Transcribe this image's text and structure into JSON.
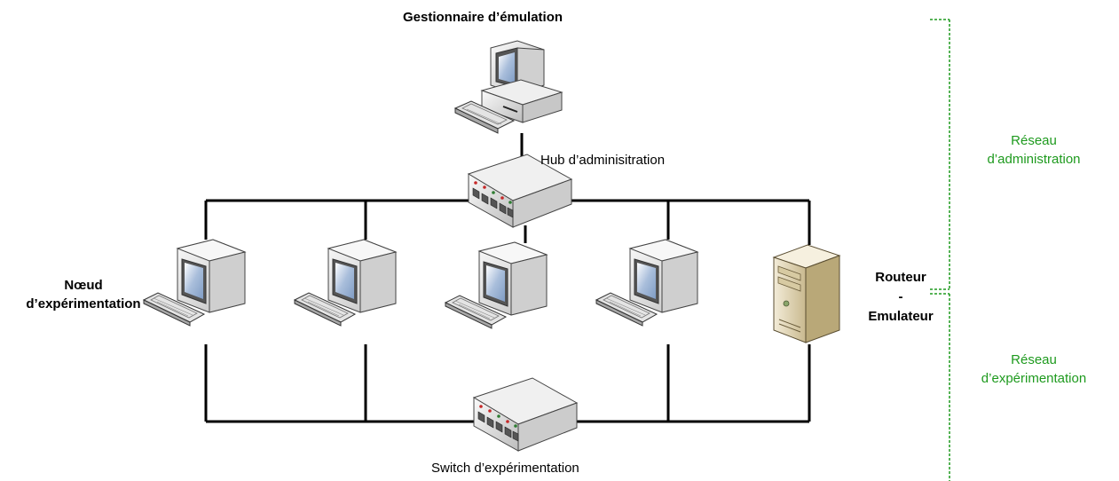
{
  "labels": {
    "manager": "Gestionnaire d’émulation",
    "admin_hub": "Hub d’adminisitration",
    "node_line1": "Nœud",
    "node_line2": "d’expérimentation",
    "router_line1": "Routeur",
    "router_line2": "-",
    "router_line3": "Emulateur",
    "exp_switch": "Switch d’expérimentation",
    "admin_net_line1": "Réseau",
    "admin_net_line2": "d’administration",
    "exp_net_line1": "Réseau",
    "exp_net_line2": "d’expérimentation"
  },
  "colors": {
    "bracket": "#1e9a1e",
    "line": "#000000",
    "device_body": "#e9e9e9",
    "screen": "#9fb6d3",
    "server_body": "#e6dcc3"
  },
  "icons": {
    "manager": "desktop-computer-icon",
    "hub": "network-hub-icon",
    "switch": "network-switch-icon",
    "node": "desktop-computer-icon",
    "router": "server-tower-icon"
  }
}
